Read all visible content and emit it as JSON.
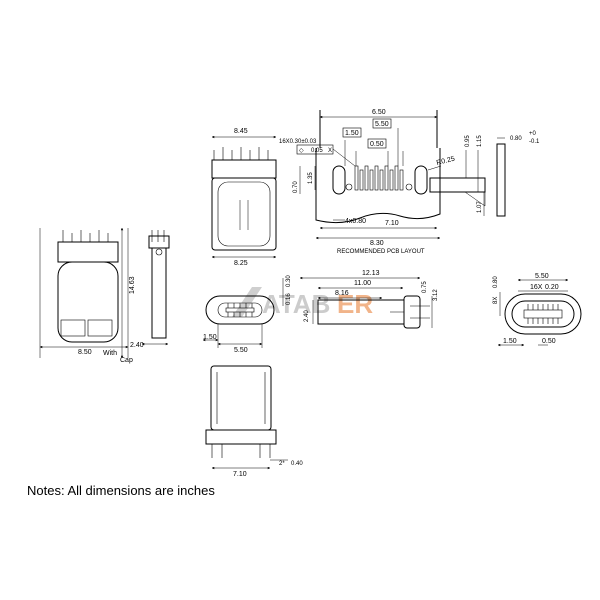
{
  "notes": "Notes: All dimensions are inches",
  "watermark": {
    "brand_a": "ATAB",
    "brand_b": "ER"
  },
  "colors": {
    "line": "#000000",
    "watermark_gray": "#c8c8c8",
    "watermark_orange": "#f1b48a"
  },
  "pcb_layout": {
    "title": "RECOMMENDED PCB LAYOUT",
    "dims": {
      "d650": "6.50",
      "d550": "5.50",
      "d150": "1.50",
      "d050": "0.50",
      "pad": "16X0.30±0.03",
      "tol": "0.05",
      "tol_ref": "X",
      "d095": "0.95",
      "d115": "1.15",
      "r025": "R0.25",
      "d070": "0.70",
      "d135": "1.35",
      "d107": "1.07",
      "holes": "4x0.80",
      "d710": "7.10",
      "d830": "8.30"
    }
  },
  "slot_detail": {
    "d080": "0.80",
    "tol_plus": "+0",
    "tol_minus": "-0.1",
    "d115": "1.15"
  },
  "top_view": {
    "d845": "8.45",
    "d825": "8.25"
  },
  "left_view": {
    "d1463": "14.63",
    "d850": "8.50",
    "d240": "2.40",
    "with": "With",
    "cap": "Cap"
  },
  "front_view": {
    "d150": "1.50",
    "d550": "5.50",
    "d016": "0.16",
    "d030": "0.30"
  },
  "side_view": {
    "d1213": "12.13",
    "d1100": "11.00",
    "d816": "8.16",
    "d240": "2.40",
    "d075": "0.75",
    "d312": "3.12"
  },
  "socket_view": {
    "d550": "5.50",
    "pins": "16X",
    "d020": "0.20",
    "d8x": "8X",
    "d080": "0.80",
    "d150": "1.50",
    "d050": "0.50"
  },
  "bottom_view": {
    "d2": "2*",
    "d040": "0.40",
    "d710": "7.10"
  }
}
